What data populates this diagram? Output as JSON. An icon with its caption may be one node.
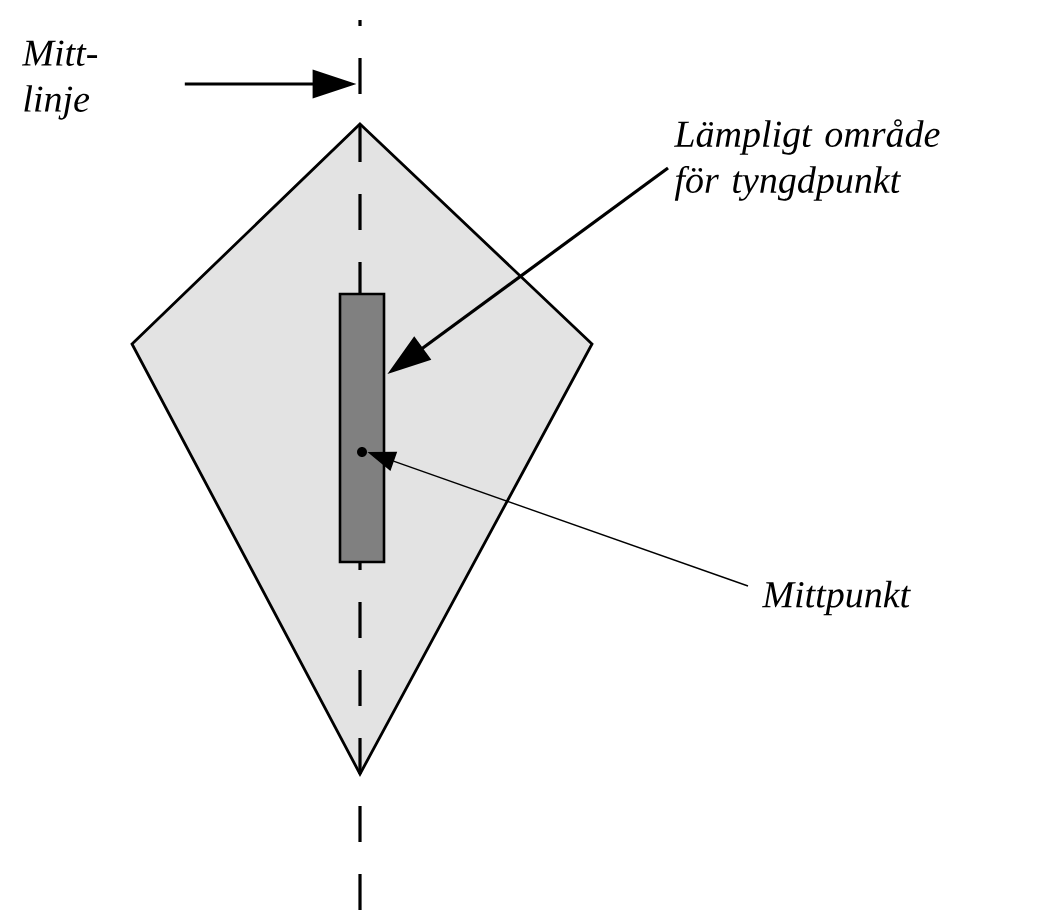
{
  "diagram": {
    "nodes": [
      {
        "text": [],
        "shape": "diamond"
      },
      {
        "text": [],
        "shape": "line"
      },
      {
        "text": [],
        "shape": "bar",
        "in": 0
      },
      {
        "text": [],
        "shape": "circle",
        "in": 2
      },
      {
        "text": [
          "Mitt- linje"
        ]
      },
      {
        "text": [
          "Lämpligt område för tyngdpunkt"
        ]
      },
      {
        "text": [
          "Mittpunkt"
        ]
      }
    ],
    "edges": [
      {
        "from": 4,
        "to": 1,
        "arrow": "to"
      },
      {
        "from": 5,
        "to": 2,
        "arrow": "to"
      },
      {
        "from": 6,
        "to": 3,
        "arrow": "to"
      }
    ]
  }
}
